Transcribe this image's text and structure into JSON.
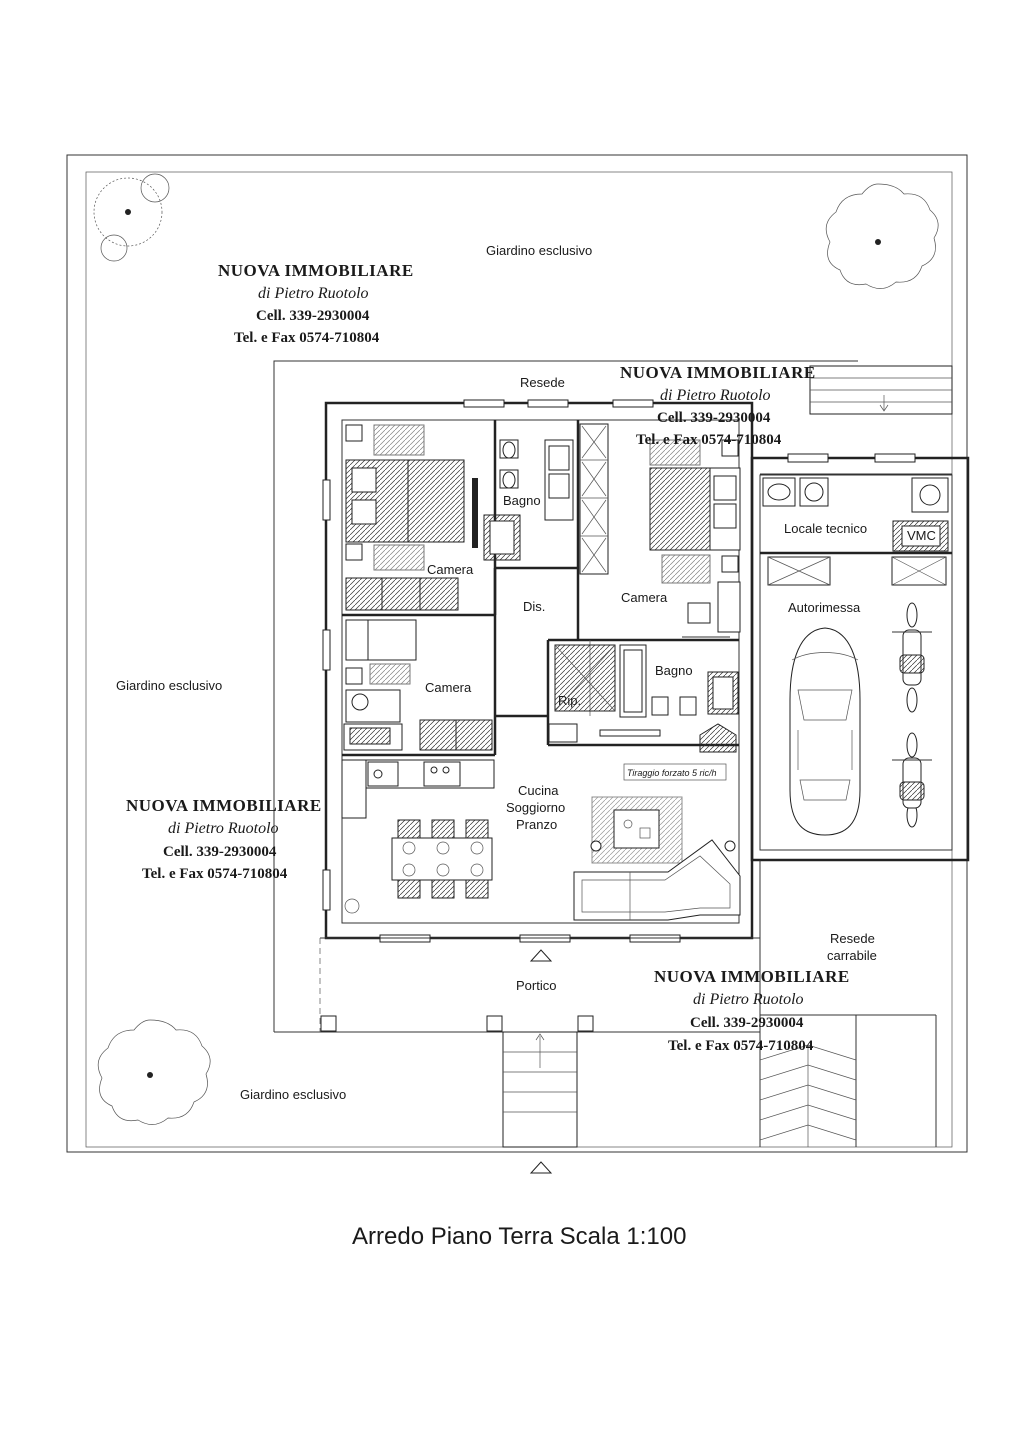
{
  "title": "Arredo Piano Terra Scala 1:100",
  "rooms": {
    "giardino_top": "Giardino esclusivo",
    "giardino_left": "Giardino esclusivo",
    "giardino_bottom": "Giardino esclusivo",
    "resede": "Resede",
    "bagno_top": "Bagno",
    "camera_1": "Camera",
    "camera_2": "Camera",
    "camera_3": "Camera",
    "dis": "Dis.",
    "rip": "Rip.",
    "bagno_2": "Bagno",
    "locale_tecnico": "Locale tecnico",
    "vmc": "VMC",
    "autorimessa": "Autorimessa",
    "cucina_1": "Cucina",
    "cucina_2": "Soggiorno",
    "cucina_3": "Pranzo",
    "tiraggio": "Tiraggio forzato 5 ric/h",
    "portico": "Portico",
    "resede_carrabile_1": "Resede",
    "resede_carrabile_2": "carrabile"
  },
  "watermark": {
    "line1": "NUOVA IMMOBILIARE",
    "line2": "di Pietro Ruotolo",
    "line3": "Cell. 339-2930004",
    "line4": "Tel. e Fax 0574-710804"
  }
}
